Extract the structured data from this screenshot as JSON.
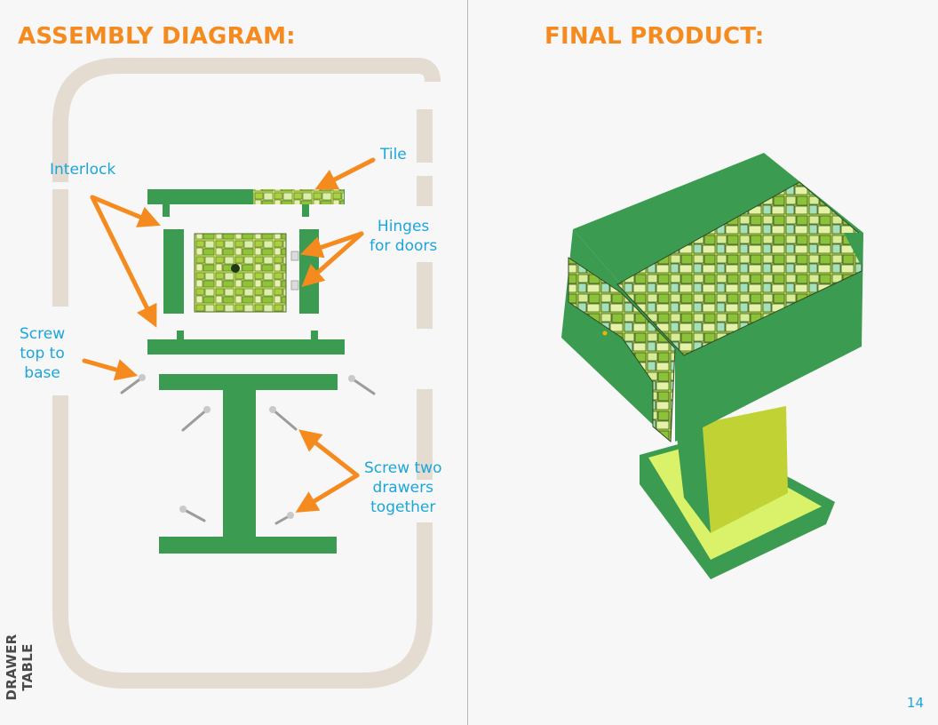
{
  "headings": {
    "left": "ASSEMBLY DIAGRAM:",
    "right": "FINAL PRODUCT:"
  },
  "labels": {
    "interlock": "Interlock",
    "tile": "Tile",
    "hinges": "Hinges\nfor doors",
    "screw_top": "Screw\ntop to\nbase",
    "screw_drawers": "Screw two\ndrawers\ntogether"
  },
  "side_title": "DRAWER TABLE",
  "page_number": "14",
  "colors": {
    "heading": "#f58a1f",
    "label": "#1ba6db",
    "wood": "#3b9b50",
    "frame": "#e4dbd1",
    "arrow": "#f58a1f",
    "mosaic": "#b8dc3c"
  }
}
